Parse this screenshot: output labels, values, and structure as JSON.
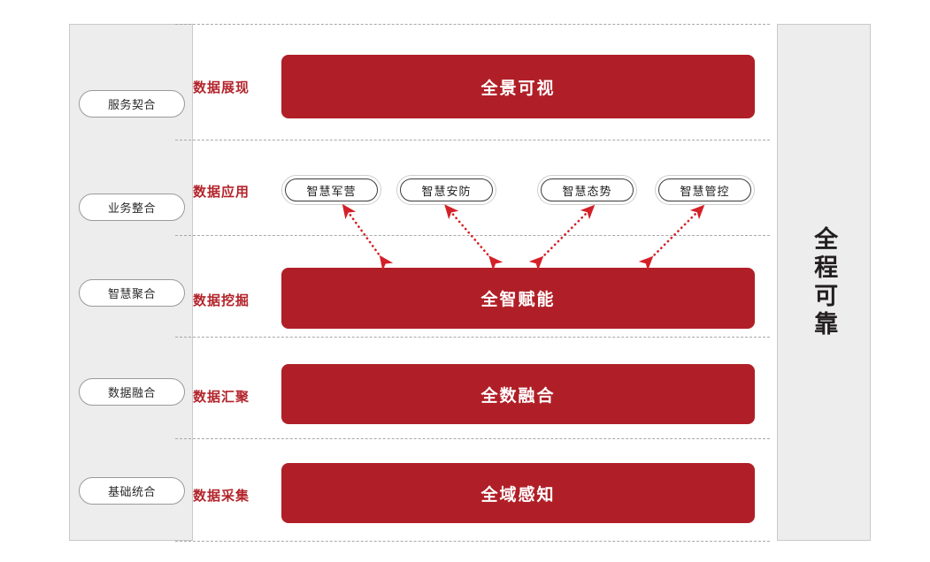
{
  "left_panel": {
    "name": "maturity-stages",
    "items": [
      {
        "label": "服务契合"
      },
      {
        "label": "业务整合"
      },
      {
        "label": "智慧聚合"
      },
      {
        "label": "数据融合"
      },
      {
        "label": "基础统合"
      }
    ]
  },
  "right_panel": {
    "label": "全程可靠"
  },
  "rows": [
    {
      "label": "数据展现",
      "bar": "全景可视"
    },
    {
      "label": "数据应用",
      "bar": null
    },
    {
      "label": "数据挖掘",
      "bar": "全智赋能"
    },
    {
      "label": "数据汇聚",
      "bar": "全数融合"
    },
    {
      "label": "数据采集",
      "bar": "全域感知"
    }
  ],
  "applications": [
    {
      "label": "智慧军营"
    },
    {
      "label": "智慧安防"
    },
    {
      "label": "智慧态势"
    },
    {
      "label": "智慧管控"
    }
  ],
  "colors": {
    "bar_red": "#b01f27",
    "label_red": "#b3242b",
    "panel_gray": "#ededed",
    "panel_border": "#c9c9c9",
    "dash_gray": "#a8a8a8",
    "arrow_red": "#d42027"
  }
}
